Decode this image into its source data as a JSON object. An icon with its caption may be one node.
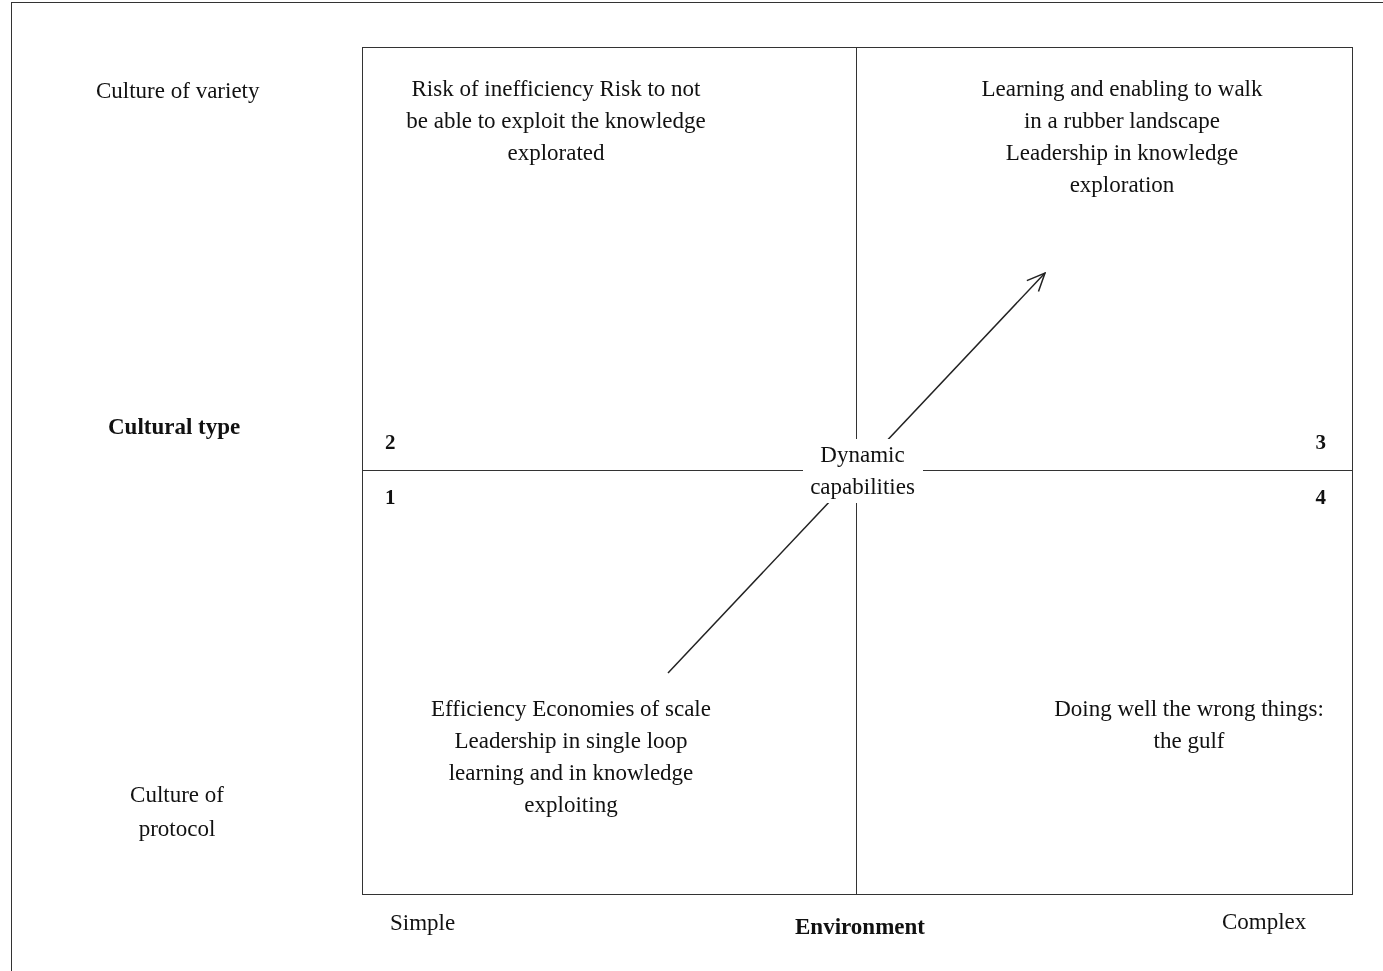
{
  "diagram": {
    "nodes": [
      {
        "text": [
          "2"
        ]
      },
      {
        "text": [
          "Risk of inefficiency Risk to not be able to exploit the knowledge explorated"
        ],
        "in": 0
      },
      {
        "text": [
          "3"
        ]
      },
      {
        "text": [
          "Learning and enabling to walk in a rubber landscape Leadership in knowledge exploration"
        ],
        "in": 2
      },
      {
        "text": [
          "1"
        ]
      },
      {
        "text": [
          "Efficiency Economies of scale Leadership in single loop learning and in knowledge exploiting"
        ],
        "in": 4
      },
      {
        "text": [
          "4"
        ]
      },
      {
        "text": [
          "Doing well the wrong things: the gulf"
        ],
        "in": 6
      }
    ],
    "edges": [
      {
        "from": 5,
        "to": 3,
        "arrow": "to",
        "label": "Dynamic capabilities"
      }
    ],
    "labels": [
      "Culture of variety",
      "Cultural type",
      "Culture of protocol",
      "Simple",
      "Environment",
      "Complex"
    ]
  }
}
